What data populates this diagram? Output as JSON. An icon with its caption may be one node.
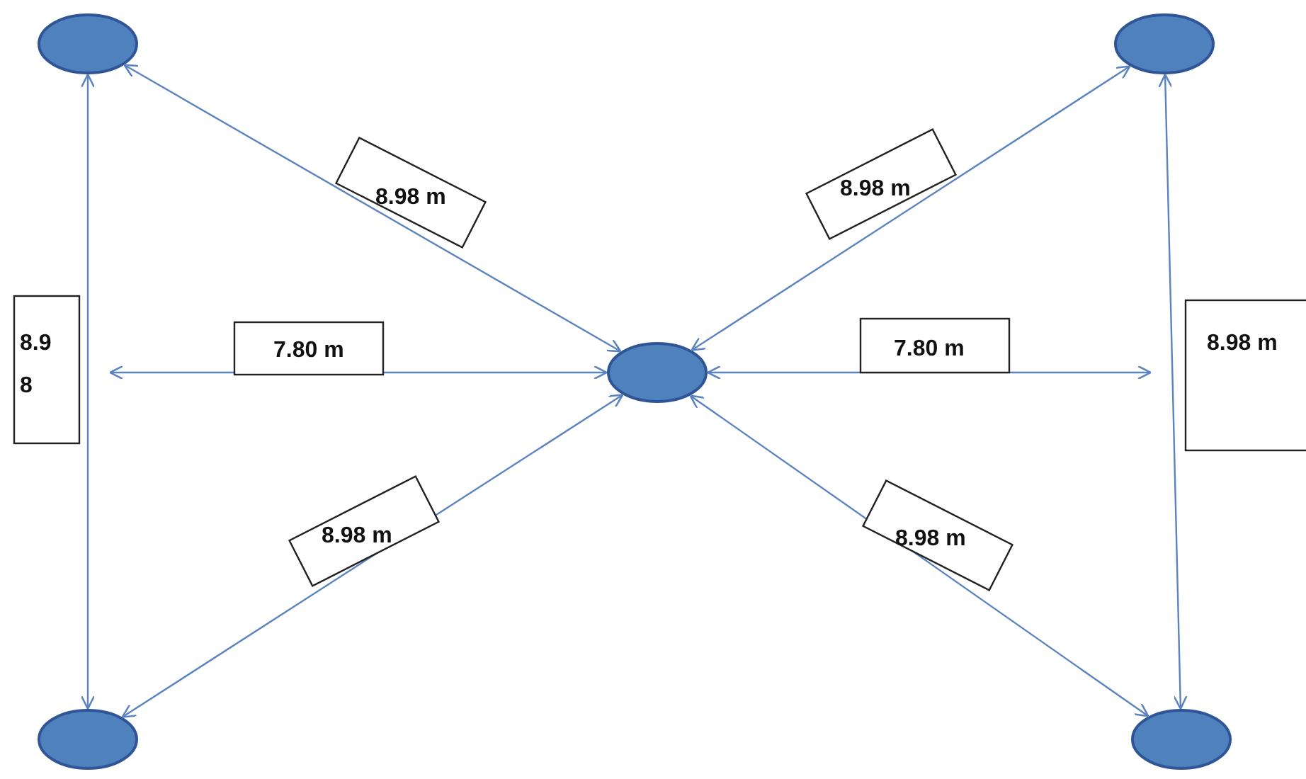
{
  "diagram": {
    "nodes": [
      {
        "text": [],
        "shape": "circle"
      },
      {
        "text": [],
        "shape": "circle"
      },
      {
        "text": [],
        "shape": "circle"
      },
      {
        "text": [],
        "shape": "circle"
      },
      {
        "text": [],
        "shape": "circle"
      }
    ],
    "edges": [
      {
        "from": 2,
        "to": 0,
        "arrow": "both",
        "label": "8.98 m"
      },
      {
        "from": 2,
        "to": 1,
        "arrow": "both",
        "label": "8.98 m"
      },
      {
        "from": 2,
        "to": null,
        "arrow": "both",
        "label": "7.80 m"
      },
      {
        "from": 2,
        "to": null,
        "arrow": "both",
        "label": "7.80 m"
      },
      {
        "from": 2,
        "to": 3,
        "arrow": "both",
        "label": "8.98 m"
      },
      {
        "from": 2,
        "to": 4,
        "arrow": "both",
        "label": "8.98 m"
      },
      {
        "from": 0,
        "to": 3,
        "arrow": "both",
        "label": "8.98"
      },
      {
        "from": 1,
        "to": 4,
        "arrow": "both",
        "label": "8.98 m"
      }
    ]
  }
}
